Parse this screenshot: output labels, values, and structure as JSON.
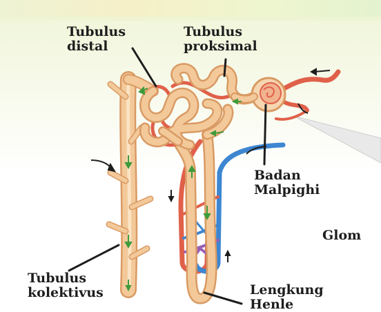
{
  "labels": {
    "tubulus_distal": [
      "Tubulus",
      "distal"
    ],
    "tubulus_proksimal": [
      "Tubulus",
      "proksimal"
    ],
    "badan_malpighi": [
      "Badan",
      "Malpighi"
    ],
    "glomerulus": "Glom",
    "tubulus_kolektivus": [
      "Tubulus",
      "kolektivus"
    ],
    "lengkung_henle": [
      "Lengkung",
      "Henle"
    ]
  },
  "colors": {
    "tubule": "#f3c99a",
    "tubule_edge": "#d99a63",
    "artery": "#e0604a",
    "vein": "#3d86d1",
    "capillary_mix": "#9a5fb3",
    "flow_arrow": "#3e9a3a",
    "label_text": "#1d1d1d",
    "background_tint": "#eef3d4"
  }
}
